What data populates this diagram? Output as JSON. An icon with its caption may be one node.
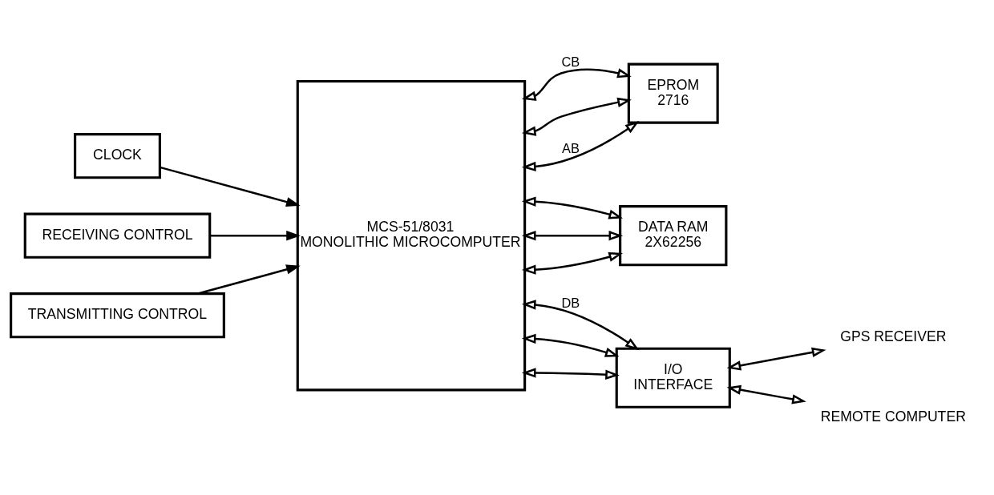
{
  "diagram": {
    "nodes": [
      {
        "text": [
          "CLOCK"
        ]
      },
      {
        "text": [
          "RECEIVING CONTROL"
        ]
      },
      {
        "text": [
          "TRANSMITTING CONTROL"
        ]
      },
      {
        "text": [
          "MCS-51/8031",
          "MONOLITHIC MICROCOMPUTER"
        ]
      },
      {
        "text": [
          "EPROM",
          "2716"
        ]
      },
      {
        "text": [
          "DATA RAM",
          "2X62256"
        ]
      },
      {
        "text": [
          "I/O",
          "INTERFACE"
        ]
      },
      {
        "text": [
          "GPS RECEIVER"
        ]
      },
      {
        "text": [
          "REMOTE COMPUTER"
        ]
      }
    ],
    "edges": [
      {
        "from": 0,
        "to": 3,
        "arrow": "to"
      },
      {
        "from": 1,
        "to": 3,
        "arrow": "to"
      },
      {
        "from": 2,
        "to": 3,
        "arrow": "to"
      },
      {
        "from": 3,
        "to": 6,
        "arrow": "both",
        "label": "DB"
      },
      {
        "from": 3,
        "to": 4,
        "arrow": "both",
        "label": "CB"
      },
      {
        "from": 3,
        "to": 5,
        "arrow": "both"
      },
      {
        "from": 3,
        "to": 6,
        "arrow": "both"
      },
      {
        "from": 3,
        "to": 4,
        "arrow": "both"
      },
      {
        "from": 3,
        "to": 5,
        "arrow": "both"
      },
      {
        "from": 3,
        "to": 4,
        "arrow": "both",
        "label": "AB"
      },
      {
        "from": 3,
        "to": 5,
        "arrow": "both"
      },
      {
        "from": 3,
        "to": 6,
        "arrow": "both"
      },
      {
        "from": 6,
        "to": 7,
        "arrow": "both"
      },
      {
        "from": 6,
        "to": 8,
        "arrow": "both"
      }
    ]
  }
}
